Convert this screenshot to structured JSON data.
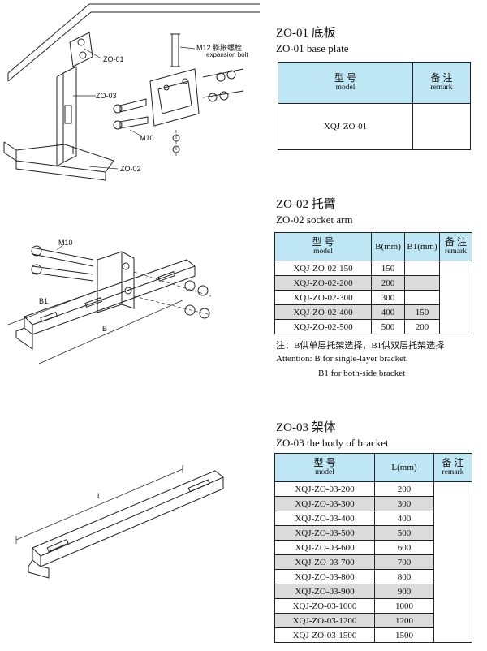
{
  "fig1": {
    "labels": [
      "ZO-01",
      "ZO-03",
      "ZO-02",
      "M10"
    ],
    "bolt_label_cn": "M12 膨胀螺栓",
    "bolt_label_en": "expansion bolt"
  },
  "fig2": {
    "labels": [
      "M10",
      "B1",
      "B"
    ]
  },
  "fig3": {
    "labels": [
      "L"
    ]
  },
  "zo01": {
    "title": "ZO-01 底板",
    "subtitle": "ZO-01 base plate",
    "header": {
      "model_cn": "型 号",
      "model_en": "model",
      "remark_cn": "备 注",
      "remark_en": "remark"
    },
    "rows": [
      {
        "model": "XQJ-ZO-01",
        "remark": ""
      }
    ]
  },
  "zo02": {
    "title": "ZO-02 托臂",
    "subtitle": "ZO-02 socket arm",
    "header": {
      "model_cn": "型 号",
      "model_en": "model",
      "b": "B(mm)",
      "b1": "B1(mm)",
      "remark_cn": "备 注",
      "remark_en": "remark"
    },
    "rows": [
      {
        "model": "XQJ-ZO-02-150",
        "b": "150",
        "b1": ""
      },
      {
        "model": "XQJ-ZO-02-200",
        "b": "200",
        "b1": ""
      },
      {
        "model": "XQJ-ZO-02-300",
        "b": "300",
        "b1": ""
      },
      {
        "model": "XQJ-ZO-02-400",
        "b": "400",
        "b1": "150"
      },
      {
        "model": "XQJ-ZO-02-500",
        "b": "500",
        "b1": "200"
      }
    ],
    "note_cn": "注：B供单层托架选择，B1供双层托架选择",
    "note_en1": "Attention: B for single-layer bracket;",
    "note_en2": "B1 for both-side bracket"
  },
  "zo03": {
    "title": "ZO-03 架体",
    "subtitle": "ZO-03 the body of bracket",
    "header": {
      "model_cn": "型 号",
      "model_en": "model",
      "l": "L(mm)",
      "remark_cn": "备 注",
      "remark_en": "remark"
    },
    "rows": [
      {
        "model": "XQJ-ZO-03-200",
        "l": "200"
      },
      {
        "model": "XQJ-ZO-03-300",
        "l": "300"
      },
      {
        "model": "XQJ-ZO-03-400",
        "l": "400"
      },
      {
        "model": "XQJ-ZO-03-500",
        "l": "500"
      },
      {
        "model": "XQJ-ZO-03-600",
        "l": "600"
      },
      {
        "model": "XQJ-ZO-03-700",
        "l": "700"
      },
      {
        "model": "XQJ-ZO-03-800",
        "l": "800"
      },
      {
        "model": "XQJ-ZO-03-900",
        "l": "900"
      },
      {
        "model": "XQJ-ZO-03-1000",
        "l": "1000"
      },
      {
        "model": "XQJ-ZO-03-1200",
        "l": "1200"
      },
      {
        "model": "XQJ-ZO-03-1500",
        "l": "1500"
      }
    ]
  }
}
